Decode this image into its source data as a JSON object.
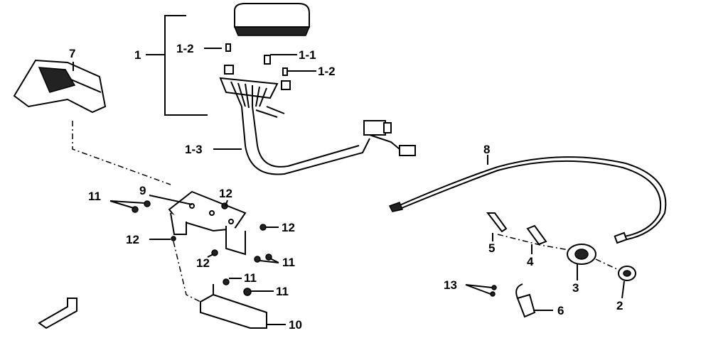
{
  "diagram": {
    "type": "exploded parts diagram",
    "callouts": [
      "7",
      "1",
      "1-2",
      "1-1",
      "1-2",
      "1-3",
      "8",
      "9",
      "11",
      "12",
      "12",
      "12",
      "12",
      "11",
      "11",
      "11",
      "10",
      "5",
      "4",
      "3",
      "2",
      "13",
      "6"
    ]
  }
}
